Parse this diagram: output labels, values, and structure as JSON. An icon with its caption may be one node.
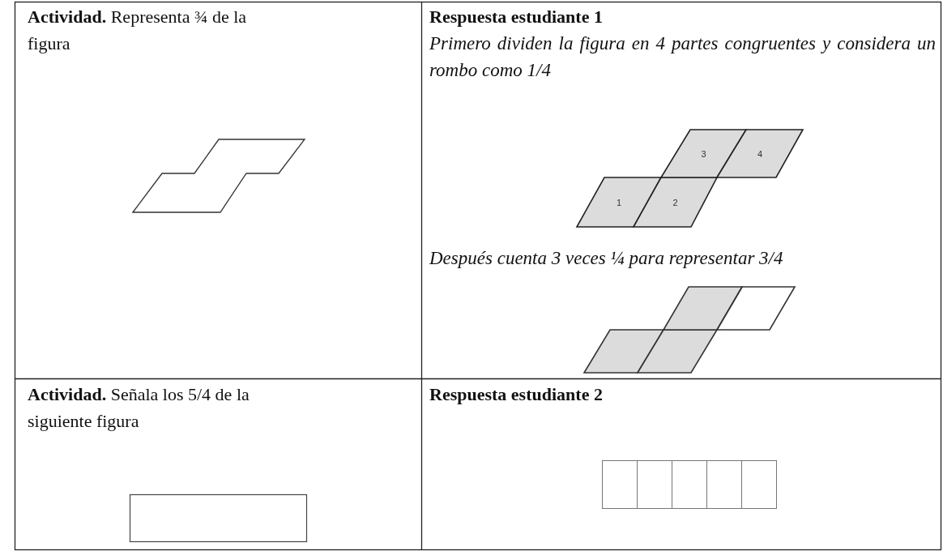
{
  "diagram": {
    "nodes": [
      {
        "text": [
          "1"
        ]
      },
      {
        "text": [
          "2"
        ]
      },
      {
        "text": [
          "3"
        ]
      },
      {
        "text": [
          "4"
        ]
      }
    ],
    "labels": [
      "**Actividad.** Representa ¾ de la figura",
      "Respuesta estudiante 1",
      "Primero dividen la figura en 4 partes congruentes y considera un rombo como 1/4",
      "Después cuenta 3 veces ¼ para representar 3/4",
      "**Actividad.** Señala los 5/4 de la siguiente figura",
      "Respuesta estudiante 2"
    ]
  }
}
